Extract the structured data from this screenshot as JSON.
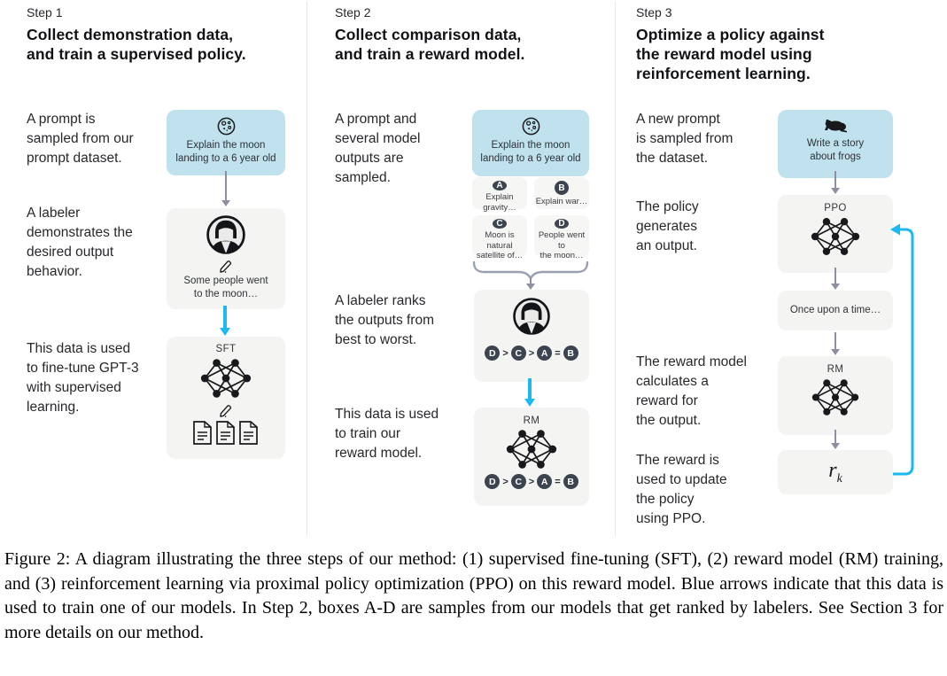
{
  "step1": {
    "label": "Step 1",
    "heading": "Collect demonstration data,\nand train a supervised policy.",
    "text1": "A prompt is\nsampled from our\nprompt dataset.",
    "text2": "A labeler\ndemonstrates the\ndesired output\nbehavior.",
    "text3": "This data is used\nto fine-tune GPT-3\nwith supervised\nlearning.",
    "prompt_box": "Explain the moon\nlanding to a 6 year old",
    "labeler_box": "Some people went\nto the moon…",
    "model_label": "SFT"
  },
  "step2": {
    "label": "Step 2",
    "heading": "Collect comparison data,\nand train a reward model.",
    "text1": "A prompt and\nseveral model\noutputs are\nsampled.",
    "text2": "A labeler ranks\nthe outputs from\nbest to worst.",
    "text3": "This data is used\nto train our\nreward model.",
    "prompt_box": "Explain the moon\nlanding to a 6 year old",
    "outputs": [
      {
        "id": "A",
        "text": "Explain gravity…"
      },
      {
        "id": "B",
        "text": "Explain war…"
      },
      {
        "id": "C",
        "text": "Moon is natural\nsatellite of…"
      },
      {
        "id": "D",
        "text": "People went to\nthe moon…"
      }
    ],
    "ranking": [
      "D",
      ">",
      "C",
      ">",
      "A",
      "=",
      "B"
    ],
    "model_label": "RM"
  },
  "step3": {
    "label": "Step 3",
    "heading": "Optimize a policy against\nthe reward model using\nreinforcement learning.",
    "text1": "A new prompt\nis sampled from\nthe dataset.",
    "text2": "The policy\ngenerates\nan output.",
    "text3": "The reward model\ncalculates a\nreward for\nthe output.",
    "text4": "The reward is\nused to update\nthe policy\nusing PPO.",
    "prompt_box": "Write a story\nabout frogs",
    "policy_label": "PPO",
    "output_box": "Once upon a time…",
    "rm_label": "RM",
    "reward_base": "r",
    "reward_sub": "k"
  },
  "caption": "Figure 2: A diagram illustrating the three steps of our method: (1) supervised fine-tuning (SFT), (2) reward model (RM) training, and (3) reinforcement learning via proximal policy optimization (PPO) on this reward model. Blue arrows indicate that this data is used to train one of our models. In Step 2, boxes A-D are samples from our models that get ranked by labelers. See Section 3 for more details on our method.",
  "colors": {
    "prompt_blue": "#bfe2ee",
    "box_gray": "#f4f4f2",
    "badge_dark": "#3c4450",
    "arrow_gray": "#8c90a0",
    "arrow_blue": "#1db8f0"
  }
}
